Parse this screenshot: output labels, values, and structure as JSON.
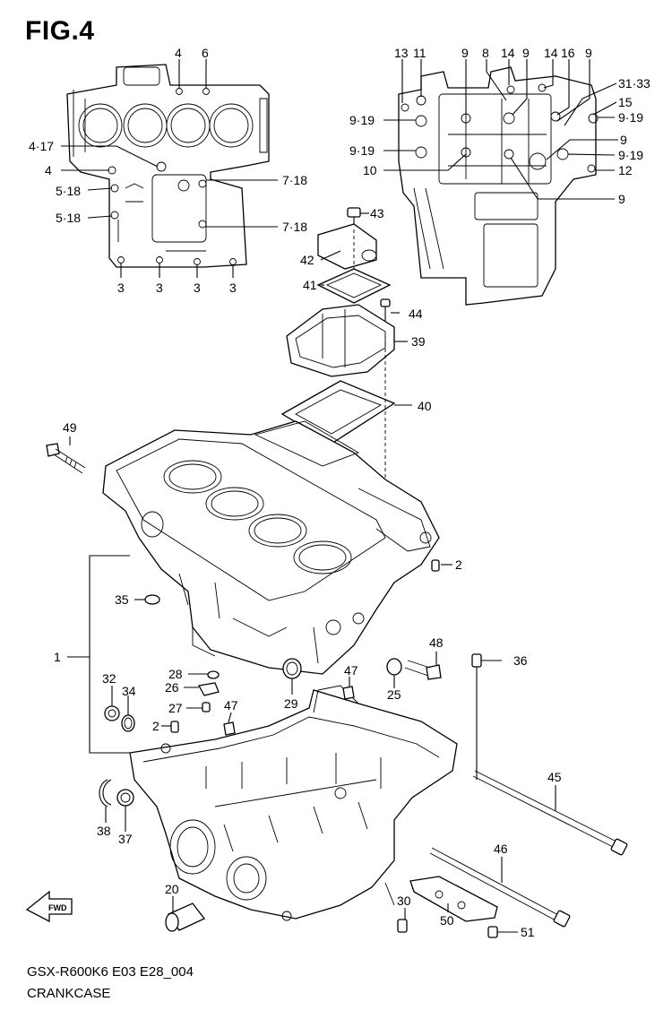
{
  "figure": {
    "title": "FIG.4",
    "model_code": "GSX-R600K6 E03 E28_004",
    "caption": "CRANKCASE",
    "direction_label": "FWD"
  },
  "callouts": [
    {
      "id": "c4a",
      "label": "4"
    },
    {
      "id": "c6",
      "label": "6"
    },
    {
      "id": "c4_17",
      "label": "4·17"
    },
    {
      "id": "c4b",
      "label": "4"
    },
    {
      "id": "c5_18a",
      "label": "5·18"
    },
    {
      "id": "c5_18b",
      "label": "5·18"
    },
    {
      "id": "c7_18a",
      "label": "7·18"
    },
    {
      "id": "c7_18b",
      "label": "7·18"
    },
    {
      "id": "c3a",
      "label": "3"
    },
    {
      "id": "c3b",
      "label": "3"
    },
    {
      "id": "c3c",
      "label": "3"
    },
    {
      "id": "c3d",
      "label": "3"
    },
    {
      "id": "c13",
      "label": "13"
    },
    {
      "id": "c11",
      "label": "11"
    },
    {
      "id": "c9a",
      "label": "9"
    },
    {
      "id": "c8",
      "label": "8"
    },
    {
      "id": "c14a",
      "label": "14"
    },
    {
      "id": "c9b",
      "label": "9"
    },
    {
      "id": "c14b",
      "label": "14"
    },
    {
      "id": "c16",
      "label": "16"
    },
    {
      "id": "c9c",
      "label": "9"
    },
    {
      "id": "c31_33",
      "label": "31·33"
    },
    {
      "id": "c15",
      "label": "15"
    },
    {
      "id": "c9_19a",
      "label": "9·19"
    },
    {
      "id": "c9_19b",
      "label": "9·19"
    },
    {
      "id": "c9_19c",
      "label": "9·19"
    },
    {
      "id": "c9d",
      "label": "9"
    },
    {
      "id": "c9_19d",
      "label": "9·19"
    },
    {
      "id": "c10",
      "label": "10"
    },
    {
      "id": "c12",
      "label": "12"
    },
    {
      "id": "c9e",
      "label": "9"
    },
    {
      "id": "c43",
      "label": "43"
    },
    {
      "id": "c42",
      "label": "42"
    },
    {
      "id": "c41",
      "label": "41"
    },
    {
      "id": "c44",
      "label": "44"
    },
    {
      "id": "c39",
      "label": "39"
    },
    {
      "id": "c40",
      "label": "40"
    },
    {
      "id": "c49",
      "label": "49"
    },
    {
      "id": "c2a",
      "label": "2"
    },
    {
      "id": "c35",
      "label": "35"
    },
    {
      "id": "c1",
      "label": "1"
    },
    {
      "id": "c48",
      "label": "48"
    },
    {
      "id": "c36",
      "label": "36"
    },
    {
      "id": "c28",
      "label": "28"
    },
    {
      "id": "c26",
      "label": "26"
    },
    {
      "id": "c47a",
      "label": "47"
    },
    {
      "id": "c32",
      "label": "32"
    },
    {
      "id": "c34",
      "label": "34"
    },
    {
      "id": "c29",
      "label": "29"
    },
    {
      "id": "c25",
      "label": "25"
    },
    {
      "id": "c27",
      "label": "27"
    },
    {
      "id": "c47b",
      "label": "47"
    },
    {
      "id": "c2b",
      "label": "2"
    },
    {
      "id": "c45",
      "label": "45"
    },
    {
      "id": "c38",
      "label": "38"
    },
    {
      "id": "c37",
      "label": "37"
    },
    {
      "id": "c46",
      "label": "46"
    },
    {
      "id": "c20",
      "label": "20"
    },
    {
      "id": "c30",
      "label": "30"
    },
    {
      "id": "c50",
      "label": "50"
    },
    {
      "id": "c51",
      "label": "51"
    }
  ]
}
